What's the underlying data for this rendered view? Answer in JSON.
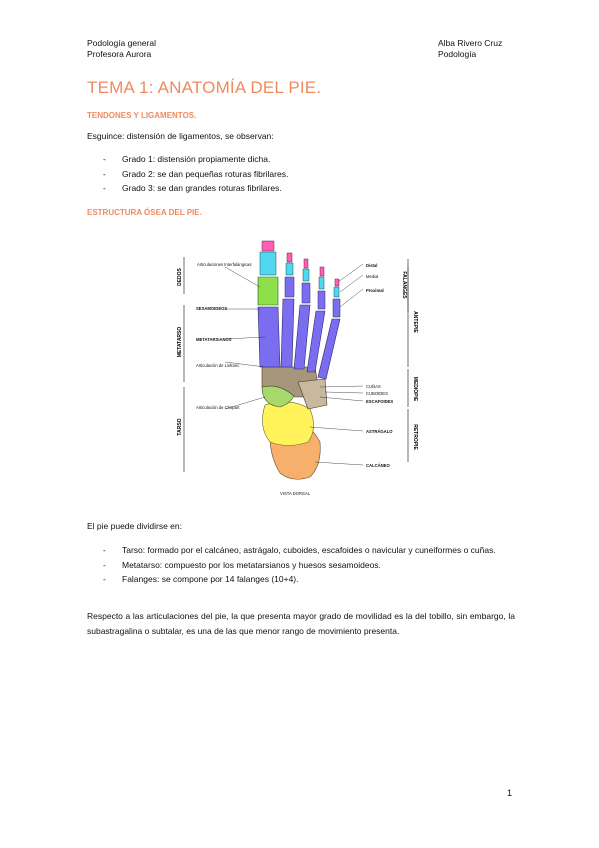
{
  "header": {
    "left_line1": "Podología general",
    "left_line2": "Profesora Aurora",
    "right_line1": "Alba Rivero Cruz",
    "right_line2": "Podología"
  },
  "title": "TEMA 1: ANATOMÍA DEL PIE.",
  "section1": {
    "heading": "TENDONES Y LIGAMENTOS.",
    "intro": "Esguince: distensión de ligamentos, se observan:",
    "items": [
      "Grado 1: distensión propiamente dicha.",
      "Grado 2: se dan pequeñas roturas fibrilares.",
      "Grado 3: se dan grandes roturas fibrilares."
    ]
  },
  "section2": {
    "heading": "ESTRUCTURA ÓSEA DEL PIE."
  },
  "figure": {
    "left_labels": [
      "DEDOS",
      "METATARSO",
      "TARSO"
    ],
    "right_labels": [
      "FALANGES",
      "ANTEPIE",
      "MEDIOPIE",
      "RETROPIE"
    ],
    "annotations": {
      "interfalangicas": "Articulaciones Interfalángicas",
      "sesamoideos": "SESAMOIDEOS",
      "metatarsianos": "METATARSIANOS",
      "lisfranc": "Articulación de Lisfranc",
      "chopart": "Articulación de Chopart",
      "distal": "Distal",
      "medial": "Medial",
      "proximal": "Proximal",
      "cunas": "CUÑAS",
      "cuboides": "CUBOIDES",
      "escafoides": "ESCAFOIDES",
      "astragalo": "ASTRÁGALO",
      "calcaneo": "CALCÁNEO",
      "caption": "VISTA DORSAL"
    },
    "colors": {
      "distal": "#ff5fb4",
      "middle": "#4fd8f0",
      "proximal_hallux": "#8ee04a",
      "metatarsal": "#7a6df0",
      "cuneiform": "#a6967c",
      "navicular": "#a6d86a",
      "talus": "#fff25a",
      "calcaneus": "#f7b06c"
    }
  },
  "body": {
    "intro2": "El pie puede dividirse en:",
    "items2": [
      "Tarso: formado por el calcáneo, astrágalo, cuboides, escafoides o navicular y cuneiformes o cuñas.",
      "Metatarso: compuesto por los metatarsianos y huesos sesamoideos.",
      "Falanges: se compone por 14 falanges (10+4)."
    ],
    "final_paragraph": "Respecto a las articulaciones del pie, la que presenta mayor grado de movilidad es la del tobillo, sin embargo, la subastragalina o subtalar, es una de las que menor rango de movimiento presenta."
  },
  "page_number": "1"
}
